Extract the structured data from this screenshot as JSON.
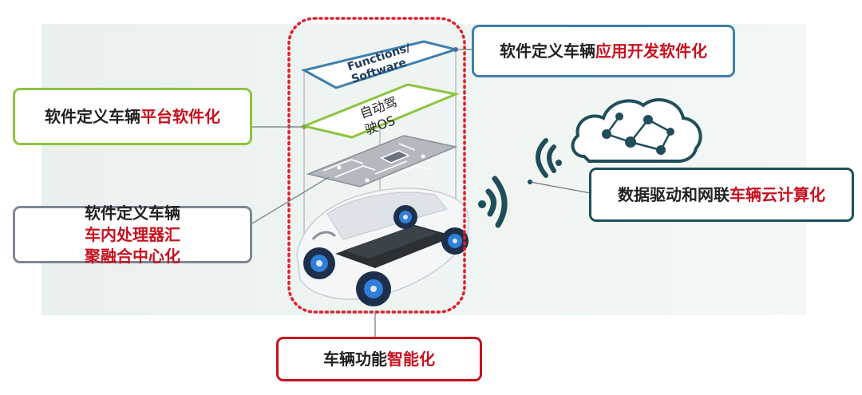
{
  "callouts": {
    "app": {
      "prefix": "软件定义车辆",
      "highlight": "应用开发软件化"
    },
    "platform": {
      "prefix": "软件定义车辆",
      "highlight": "平台软件化"
    },
    "processor": {
      "line1_prefix": "软件定义车辆",
      "line1_highlight": "车内处理器汇",
      "line2_highlight": "聚融合中心化"
    },
    "cloud": {
      "prefix": "数据驱动和网联",
      "highlight": "车辆云计算化"
    },
    "smart": {
      "prefix": "车辆功能",
      "highlight": "智能化"
    }
  },
  "layers": {
    "functions_line1": "Functions/",
    "functions_line2": "Software",
    "os_line1": "自动驾",
    "os_line2": "驶OS"
  },
  "colors": {
    "accent_red": "#c8101e",
    "blue": "#3f7fae",
    "green": "#8cc43f",
    "gray": "#7f8694",
    "teal": "#1f4e5a"
  }
}
